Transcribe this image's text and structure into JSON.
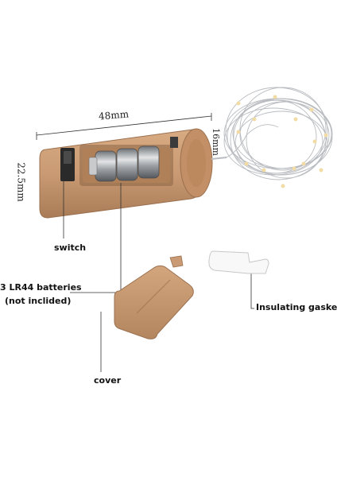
{
  "dimensions": {
    "length": "48mm",
    "height": "22.5mm",
    "diameter": "16mm"
  },
  "labels": {
    "switch": "switch",
    "batteries_line1": "3 LR44 batteries",
    "batteries_line2": "(not inclided)",
    "gasket": "Insulating gasket",
    "cover": "cover"
  },
  "colors": {
    "cork": "#c99a73",
    "cork_dark": "#a67a55",
    "battery": "#9ea2a6",
    "wire": "#b9bcc0",
    "led": "#f3dba6"
  }
}
